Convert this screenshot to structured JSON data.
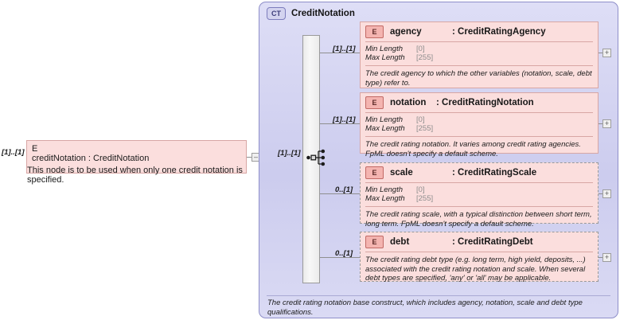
{
  "diagram": {
    "kind": "xsd-schema-diagram",
    "colors": {
      "element_fill": "#fbdedd",
      "element_border": "#d8a6a4",
      "complextype_fill": "#d6d6f2",
      "complextype_border": "#8e8ec9",
      "connector": "#8f8f8f",
      "facet_value": "#8e8e8e"
    }
  },
  "root_element": {
    "tag": "E",
    "tag_name": "element-icon",
    "name": "creditNotation",
    "separator": ":",
    "type": "CreditNotation",
    "name_and_type": "creditNotation : CreditNotation",
    "documentation": "This node is to be used when only one credit notation is specified.",
    "cardinality": "[1]..[1]",
    "collapse_button": "–"
  },
  "complex_type": {
    "tag": "CT",
    "tag_name": "complextype-icon",
    "title": "CreditNotation",
    "documentation": "The credit rating notation base construct, which includes agency, notation, scale and debt type qualifications.",
    "compositor": {
      "kind": "sequence",
      "cardinality": "[1]..[1]"
    }
  },
  "children": [
    {
      "tag": "E",
      "name": "agency",
      "separator": ":",
      "type": "CreditRatingAgency",
      "cardinality": "[1]..[1]",
      "optional": false,
      "facets": [
        {
          "label": "Min Length",
          "value": "[0]"
        },
        {
          "label": "Max Length",
          "value": "[255]"
        }
      ],
      "documentation": "The credit agency to which the other variables (notation, scale, debt type) refer to.",
      "expand_button": "+"
    },
    {
      "tag": "E",
      "name": "notation",
      "separator": ":",
      "type": "CreditRatingNotation",
      "cardinality": "[1]..[1]",
      "optional": false,
      "facets": [
        {
          "label": "Min Length",
          "value": "[0]"
        },
        {
          "label": "Max Length",
          "value": "[255]"
        }
      ],
      "documentation": "The credit rating notation. It varies among credit rating agencies. FpML doesn't specify a default scheme.",
      "expand_button": "+"
    },
    {
      "tag": "E",
      "name": "scale",
      "separator": ":",
      "type": "CreditRatingScale",
      "cardinality": "0..[1]",
      "optional": true,
      "facets": [
        {
          "label": "Min Length",
          "value": "[0]"
        },
        {
          "label": "Max Length",
          "value": "[255]"
        }
      ],
      "documentation": "The credit rating scale, with a typical distinction between short term, long term. FpML doesn't specify a default scheme.",
      "expand_button": "+"
    },
    {
      "tag": "E",
      "name": "debt",
      "separator": ":",
      "type": "CreditRatingDebt",
      "cardinality": "0..[1]",
      "optional": true,
      "facets": [],
      "documentation": "The credit rating debt type (e.g. long term, high yield, deposits, ...) associated with the credit rating notation and scale. When several debt types are specified, 'any' or 'all' may be applicable.",
      "expand_button": "+"
    }
  ]
}
